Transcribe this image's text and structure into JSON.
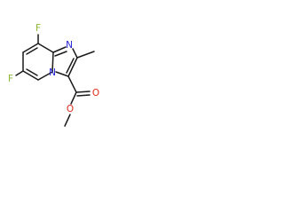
{
  "colors": {
    "bond": "#1a1a1a",
    "carbon": "#1a1a1a",
    "fluorine": "#8ab833",
    "nitrogen": "#2424d6",
    "oxygen": "#e0281c"
  },
  "atoms": {
    "fluorine_top": "F",
    "fluorine_left": "F",
    "nitrogen_imidazole": "N",
    "nitrogen_bridgehead": "N",
    "oxygen_carbonyl": "O",
    "oxygen_ester": "O"
  }
}
